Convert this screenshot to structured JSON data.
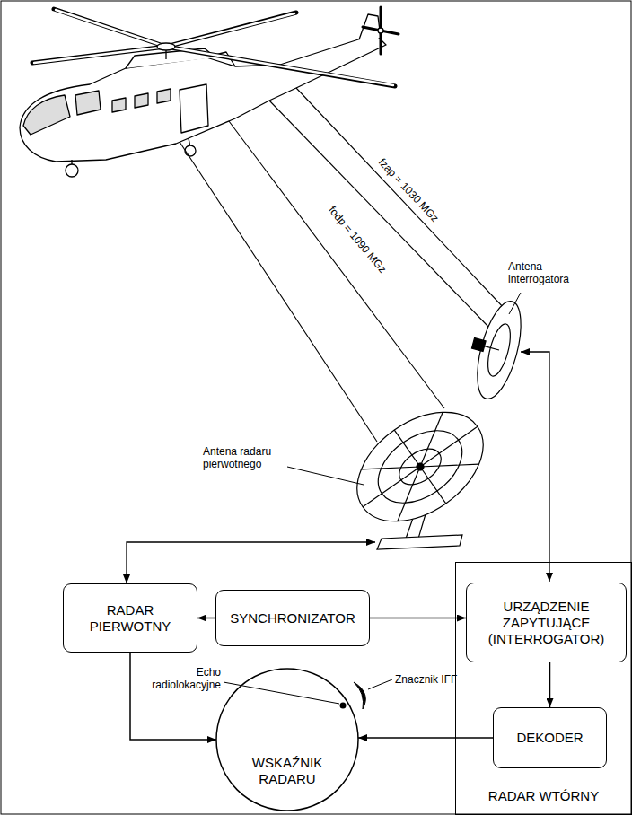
{
  "diagram": {
    "nodes": [
      {
        "text": [
          "RADAR PIERWOTNY"
        ]
      },
      {
        "text": [
          "SYNCHRONIZATOR"
        ]
      },
      {
        "text": [
          "RADAR WTÓRNY"
        ]
      },
      {
        "text": [
          "URZĄDZENIE ZAPYTUJĄCE (INTERROGATOR)"
        ],
        "in": 2
      },
      {
        "text": [
          "DEKODER"
        ],
        "in": 2
      },
      {
        "text": [
          "WSKAŹNIK RADARU"
        ]
      }
    ],
    "edges": [
      {
        "from": 1,
        "to": 0,
        "arrow": "to"
      },
      {
        "from": 1,
        "to": 3,
        "arrow": "to"
      },
      {
        "from": 3,
        "to": 4,
        "arrow": "to"
      },
      {
        "from": 4,
        "to": 5,
        "arrow": "to"
      },
      {
        "from": 0,
        "to": 5,
        "arrow": "to"
      }
    ],
    "labels": [
      "fzap = 1030 MGz",
      "fodp = 1090 MGz",
      "Antena interrogatora",
      "Antena radaru pierwotnego",
      "Echo radiolokacyjne",
      "Znacznik IFF"
    ]
  }
}
